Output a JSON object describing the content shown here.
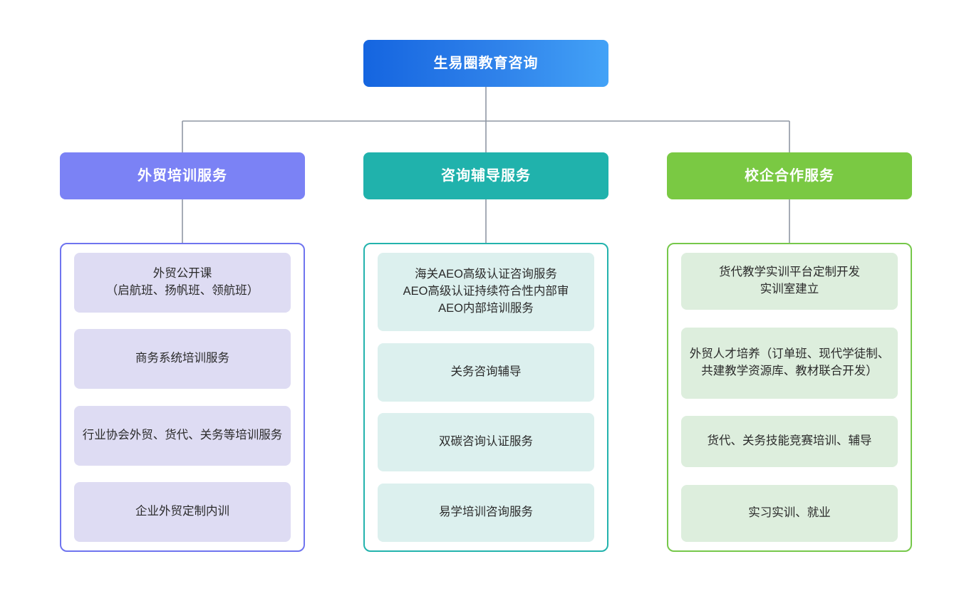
{
  "diagram": {
    "type": "organizational-tree",
    "orientation": "top-down",
    "root": {
      "label": "生易圈教育咨询",
      "color_start": "#1565e0",
      "color_end": "#43a2f7"
    },
    "connector_color": "#8f97a3",
    "columns": [
      {
        "id": "foreign-trade-training",
        "header": "外贸培训服务",
        "accent": "#7b82f5",
        "border": "#6f74ef",
        "leaf_bg": "#dedcf3",
        "items": [
          "外贸公开课\n（启航班、扬帆班、领航班）",
          "商务系统培训服务",
          "行业协会外贸、货代、关务等培训服务",
          "企业外贸定制内训"
        ]
      },
      {
        "id": "consulting-coaching",
        "header": "咨询辅导服务",
        "accent": "#20b2ac",
        "border": "#23b3ad",
        "leaf_bg": "#dcf0ee",
        "items": [
          "海关AEO高级认证咨询服务\nAEO高级认证持续符合性内部审\nAEO内部培训服务",
          "关务咨询辅导",
          "双碳咨询认证服务",
          "易学培训咨询服务"
        ]
      },
      {
        "id": "school-enterprise-cooperation",
        "header": "校企合作服务",
        "accent": "#7ac943",
        "border": "#76c84a",
        "leaf_bg": "#ddeedd",
        "items": [
          "货代教学实训平台定制开发\n实训室建立",
          "外贸人才培养（订单班、现代学徒制、共建教学资源库、教材联合开发）",
          "货代、关务技能竞赛培训、辅导",
          "实习实训、就业"
        ]
      }
    ]
  }
}
